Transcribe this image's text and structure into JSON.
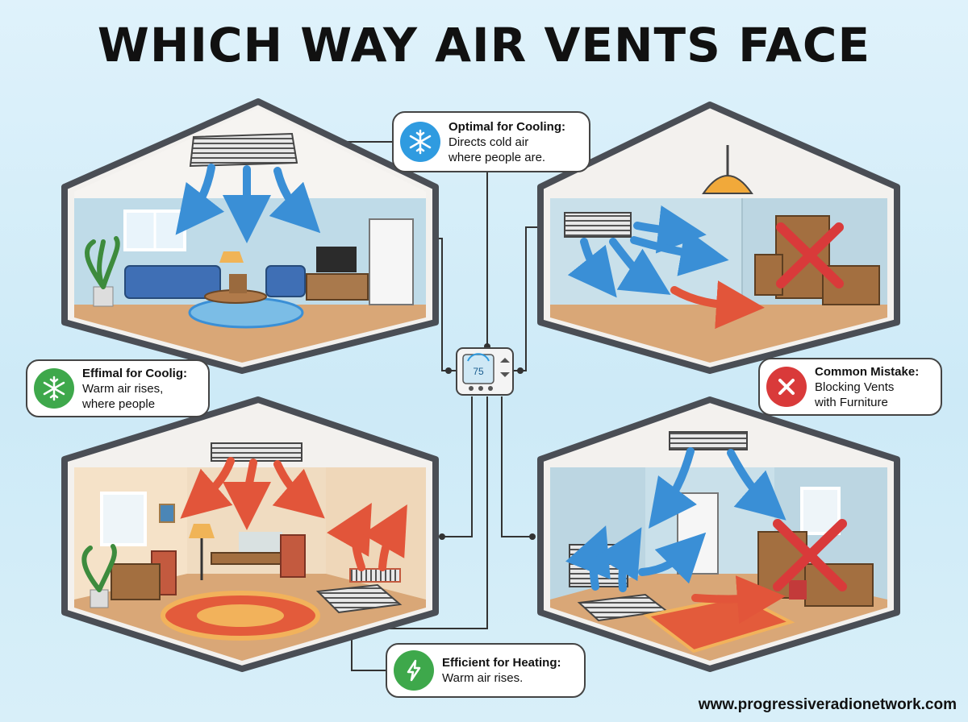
{
  "title": "WHICH WAY AIR VENTS FACE",
  "callouts": {
    "top": {
      "heading": "Optimal for Cooling:",
      "line1": "Directs cold air",
      "line2": "where people are."
    },
    "left": {
      "heading": "Effimal for Coolig:",
      "line1": "Warm air rises,",
      "line2": "where people"
    },
    "right": {
      "heading": "Common Mistake:",
      "line1": "Blocking Vents",
      "line2": "with Furniture"
    },
    "bottom": {
      "heading": "Efficient for Heating:",
      "line1": "Warm air rises.",
      "line2": ""
    }
  },
  "thermostat": {
    "reading": "75"
  },
  "footer": "www.progressiveradionetwork.com",
  "colors": {
    "cool": "#3a8fd6",
    "warm": "#e2553a",
    "mistake": "#d93a3a",
    "heating_badge": "#3ea84b",
    "cooling_badge": "#2f9be0"
  }
}
